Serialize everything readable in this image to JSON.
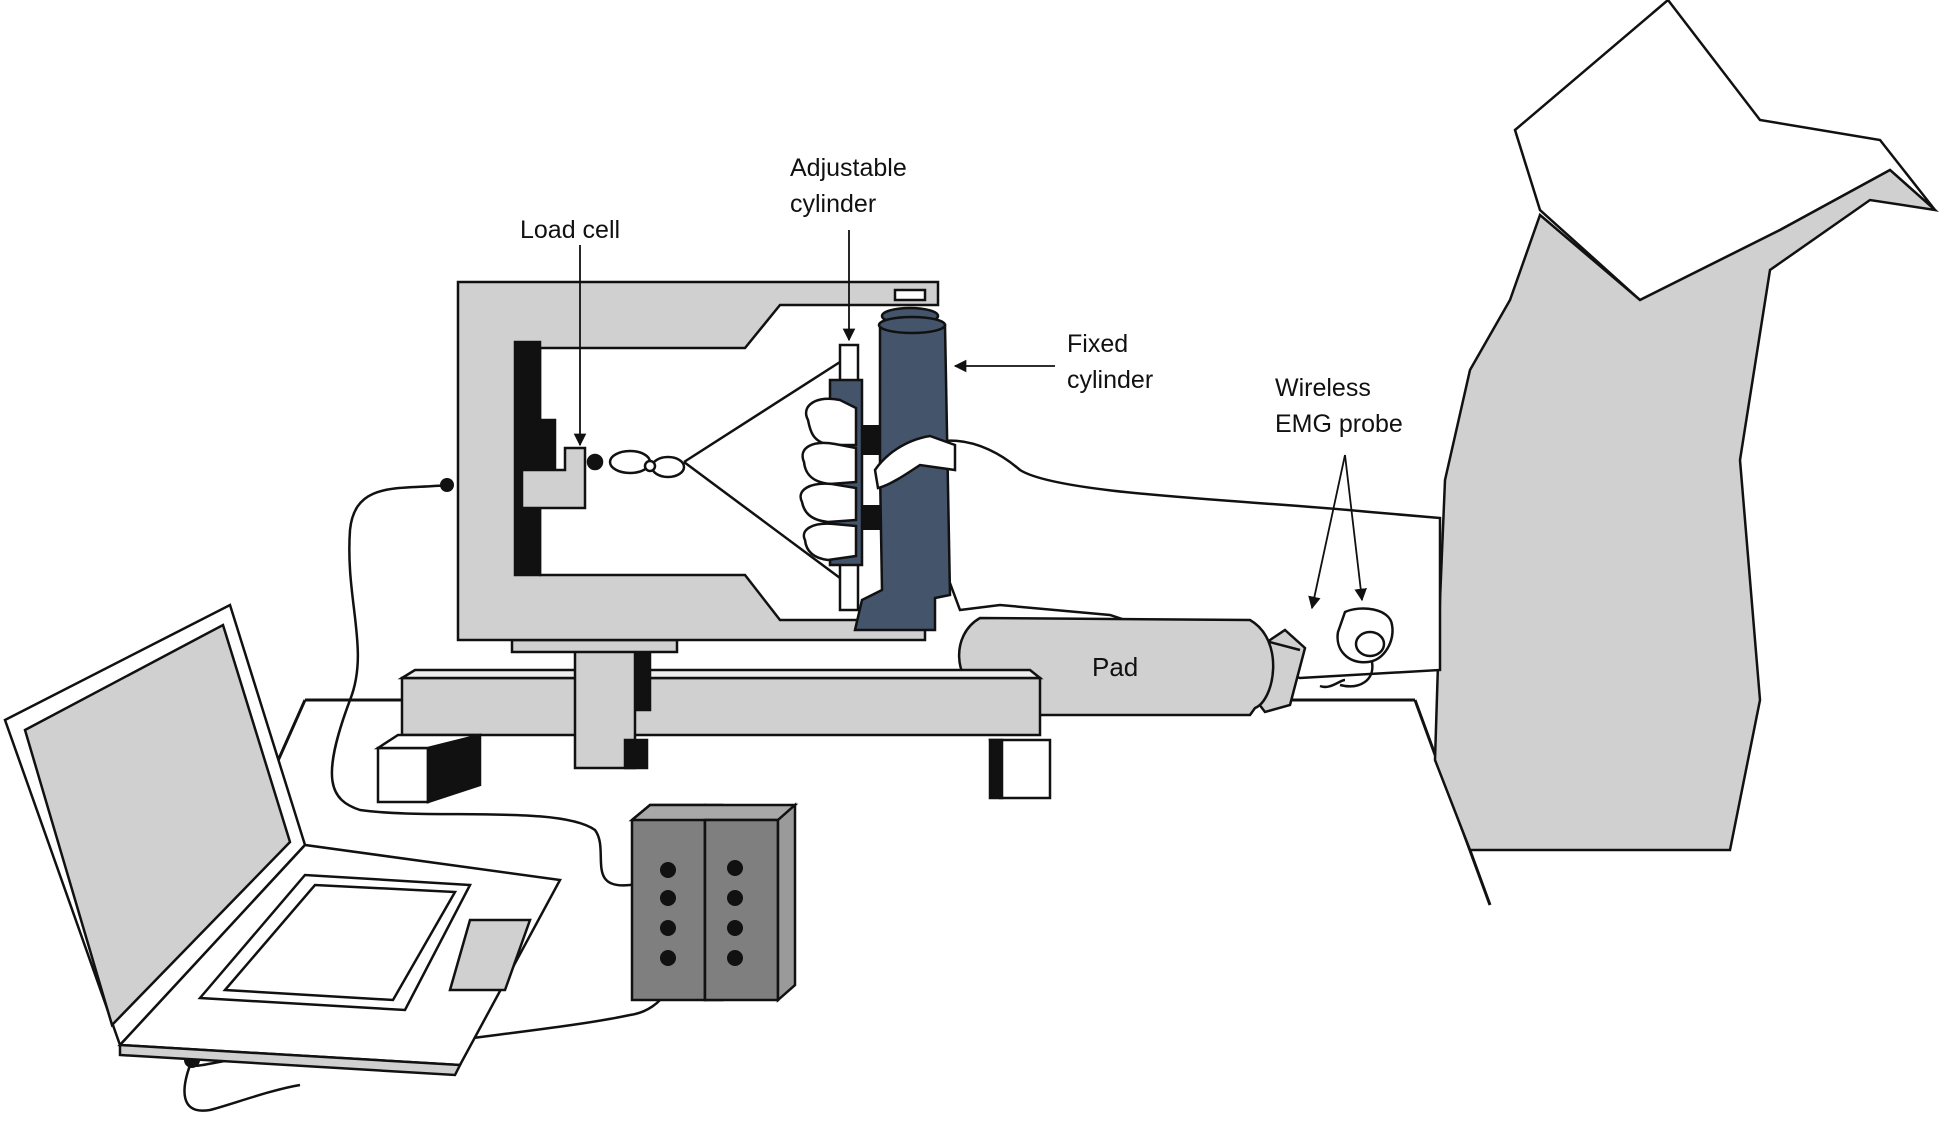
{
  "labels": {
    "load_cell": "Load cell",
    "adjustable_cylinder": [
      "Adjustable",
      "cylinder"
    ],
    "fixed_cylinder": [
      "Fixed",
      "cylinder"
    ],
    "wireless_emg_probe": [
      "Wireless",
      "EMG probe"
    ],
    "pad": "Pad"
  },
  "colors": {
    "frame_gray": "#d0d0d0",
    "cylinder_navy": "#44546b",
    "outline": "#111111",
    "box_gray": "#7f7f7f",
    "shirt_gray": "#d0d0d0"
  }
}
